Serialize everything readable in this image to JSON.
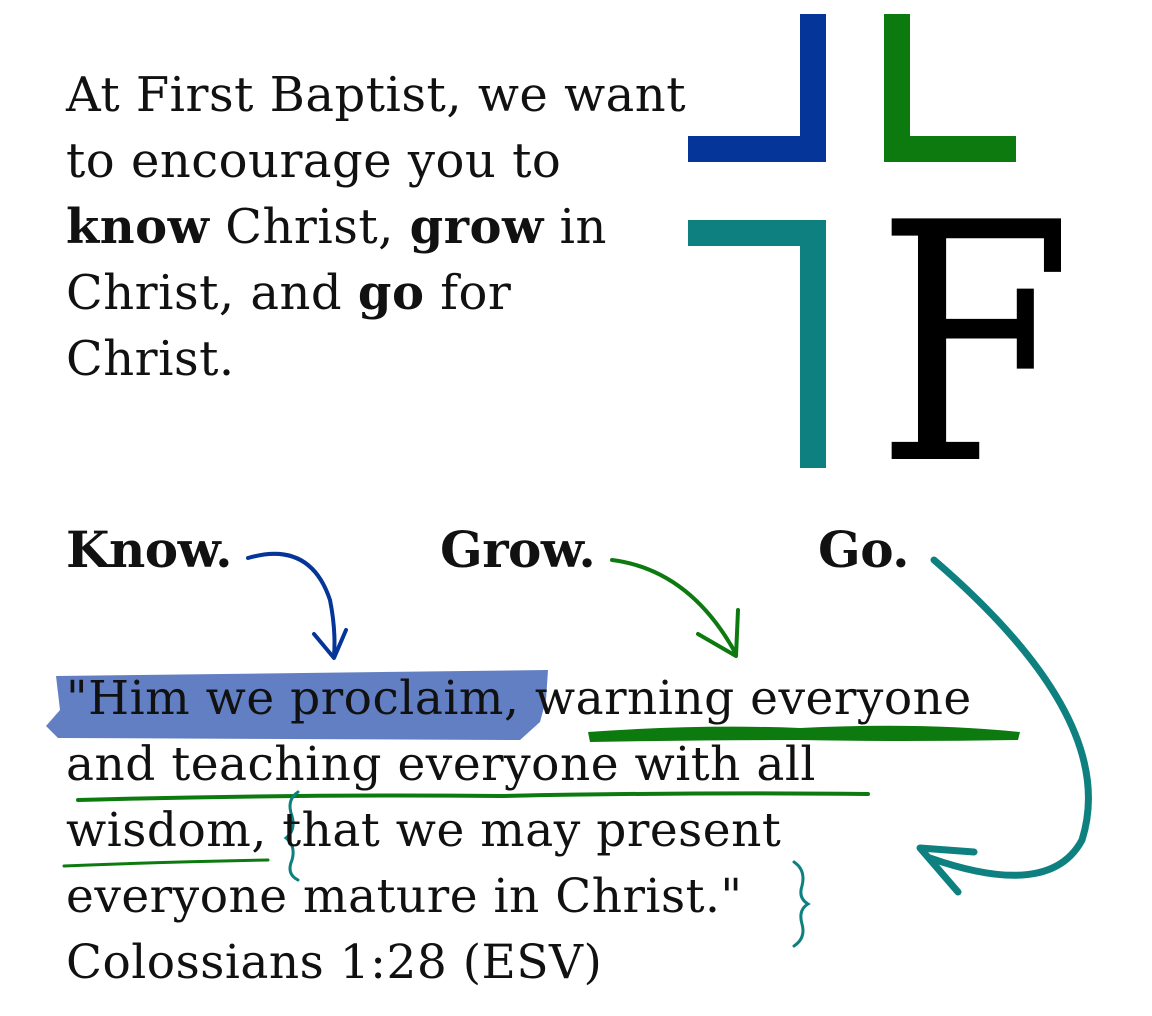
{
  "intro": {
    "part1": "At First Baptist, we want to encourage you to ",
    "know_word": "know",
    "part2": " Christ, ",
    "grow_word": "grow",
    "part3": " in Christ, and ",
    "go_word": "go",
    "part4": " for Christ."
  },
  "logo": {
    "letter": "F",
    "colors": {
      "blue": "#06359a",
      "green": "#0d7a10",
      "teal": "#0e8080",
      "black": "#000000"
    }
  },
  "headings": {
    "know": "Know.",
    "grow": "Grow.",
    "go": "Go."
  },
  "verse": {
    "line1": "\"Him we proclaim, warning everyone",
    "line2": "and teaching everyone with all",
    "line3": "wisdom, that we may present",
    "line4": "everyone mature in Christ.\"",
    "reference": "Colossians 1:28 (ESV)"
  },
  "annotation_colors": {
    "highlight": "#5a78c0",
    "underline": "#0d7a10",
    "brace": "#0e8080"
  }
}
